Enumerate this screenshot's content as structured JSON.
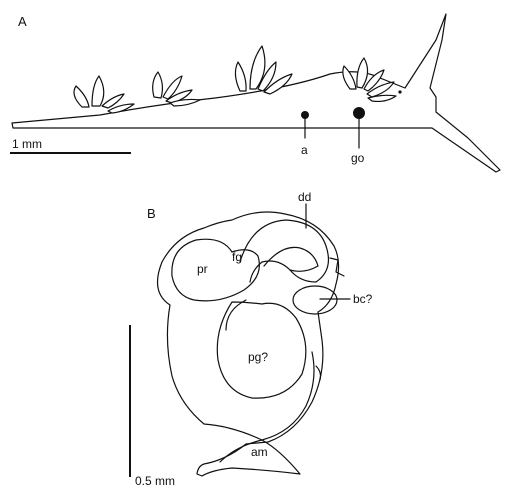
{
  "panels": {
    "a": {
      "letter": "A",
      "scale_label": "1 mm",
      "labels": {
        "anus": "a",
        "gonopore": "go"
      }
    },
    "b": {
      "letter": "B",
      "scale_label": "0.5 mm",
      "labels": {
        "dd": "dd",
        "fg": "fg",
        "pr": "pr",
        "bc": "bc?",
        "pg": "pg?",
        "am": "am"
      }
    }
  },
  "colors": {
    "ink": "#111111",
    "background": "#ffffff"
  }
}
